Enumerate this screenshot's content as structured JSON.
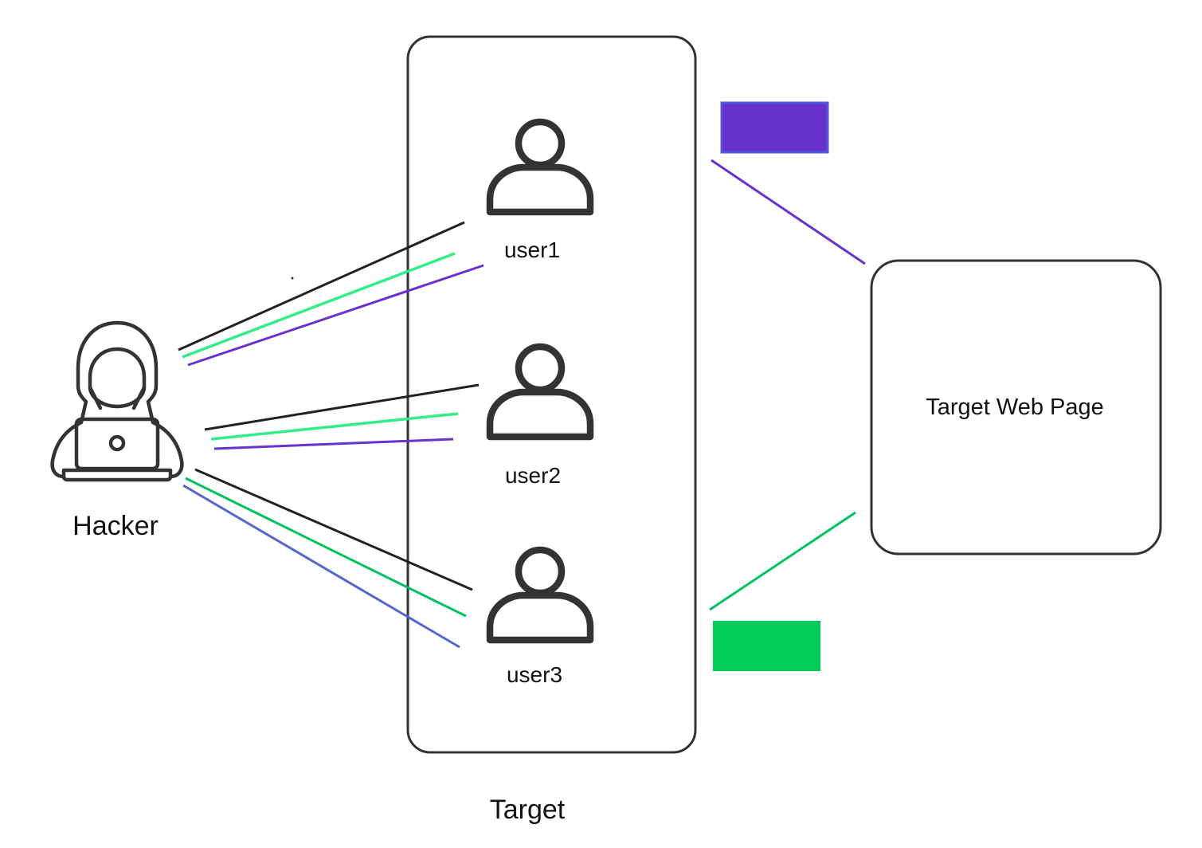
{
  "labels": {
    "hacker": "Hacker",
    "user1": "user1",
    "user2": "user2",
    "user3": "user3",
    "target": "Target",
    "target_web_page": "Target Web Page"
  },
  "colors": {
    "outline": "#333333",
    "link_black": "#222222",
    "link_green_light": "#33ee88",
    "link_green": "#00c060",
    "link_purple": "#6633cc",
    "link_blue": "#5566cc",
    "purple_block": "#6633cc",
    "purple_block_border": "#5555dd",
    "green_block": "#00cc5a"
  },
  "icons": {
    "hacker": "hooded-hacker-with-laptop-icon",
    "user": "user-person-icon"
  }
}
